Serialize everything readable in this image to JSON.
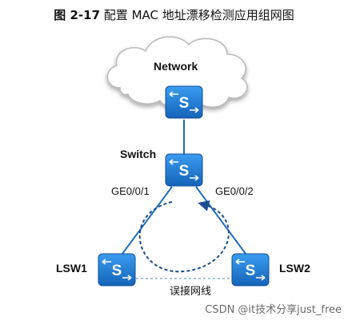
{
  "figure": {
    "caption_prefix": "图 2-17",
    "caption_text": "配置 MAC 地址漂移检测应用组网图"
  },
  "nodes": {
    "network_label": "Network",
    "switch_label": "Switch",
    "lsw1_label": "LSW1",
    "lsw2_label": "LSW2"
  },
  "ports": {
    "left": "GE0/0/1",
    "right": "GE0/0/2"
  },
  "links": {
    "wrong_link_label": "误接网线"
  },
  "watermark": "CSDN @it技术分享just_free",
  "colors": {
    "switch_blue": "#1c7fd6",
    "line_blue": "#1f6fb5",
    "loop_blue": "#1b4f8f"
  }
}
